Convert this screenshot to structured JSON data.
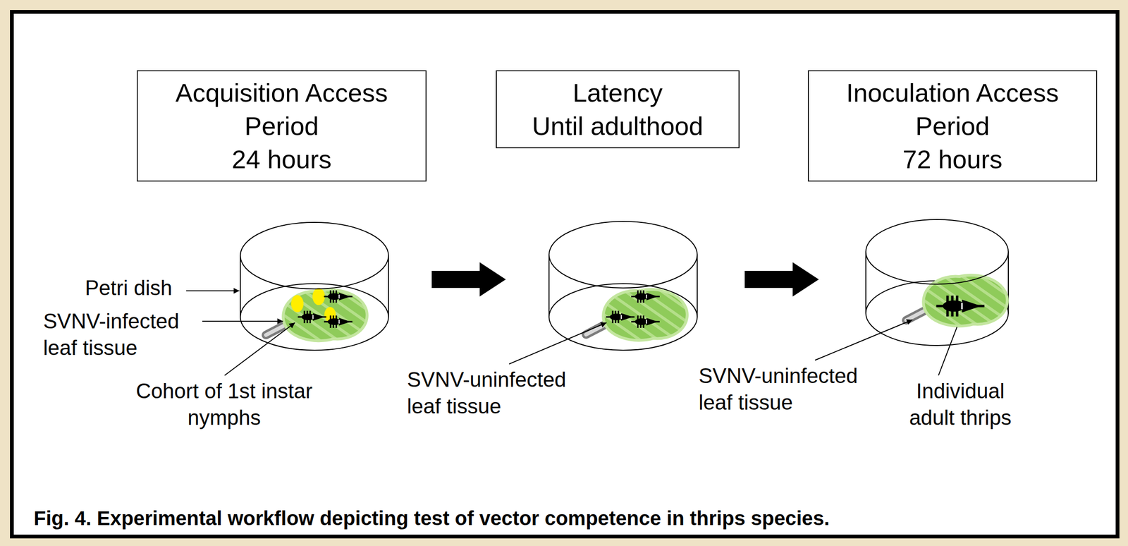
{
  "diagram": {
    "caption": "Fig. 4. Experimental workflow depicting test of vector competence in thrips species.",
    "nodes": [
      {
        "text": [
          "Acquisition Access Period",
          "24 hours"
        ]
      },
      {
        "text": [
          "Latency",
          "Until adulthood"
        ]
      },
      {
        "text": [
          "Inoculation Access Period",
          "72 hours"
        ]
      }
    ],
    "labels": [
      "Petri dish",
      "SVNV-infected leaf tissue",
      "Cohort of 1st instar nymphs",
      "SVNV-uninfected leaf tissue",
      "SVNV-uninfected leaf tissue",
      "Individual adult thrips"
    ]
  }
}
